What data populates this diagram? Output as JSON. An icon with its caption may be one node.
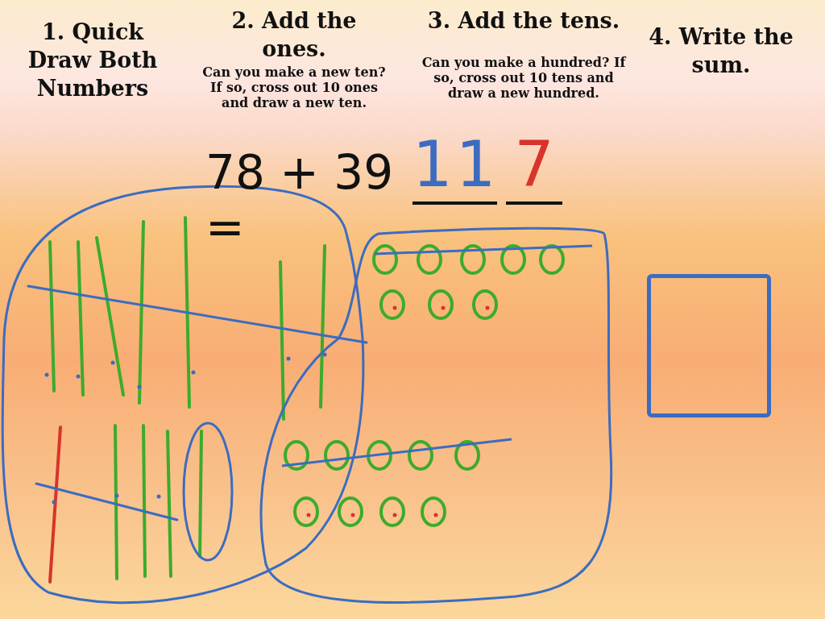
{
  "diagram": {
    "nodes": [
      {
        "text": [],
        "shape": "box"
      }
    ],
    "labels": [
      "1. Quick Draw Both Numbers",
      "2. Add the ones.",
      "Can you make a new ten? If so, cross out 10 ones and draw a new ten.",
      "3. Add the tens.",
      "Can you make a hundred? If so, cross out 10 tens and draw a new hundred.",
      "4. Write the sum.",
      "78 + 39 =",
      "11",
      "7"
    ]
  }
}
